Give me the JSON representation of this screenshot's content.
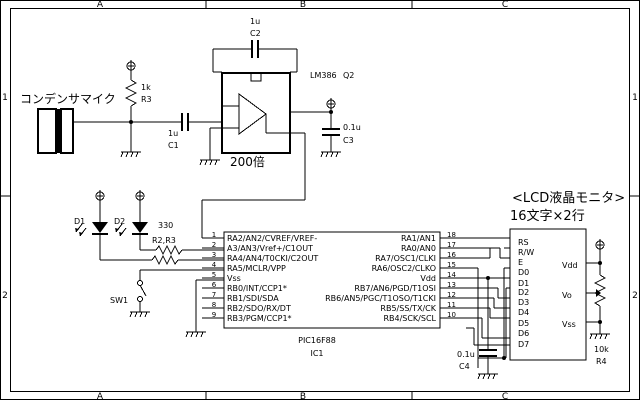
{
  "frame": {
    "column_labels": [
      "A",
      "B",
      "C"
    ],
    "row_labels": [
      "1",
      "2"
    ]
  },
  "mic": {
    "label": "コンデンサマイク"
  },
  "r3": {
    "value": "1k",
    "ref": "R3"
  },
  "c1": {
    "value": "1u",
    "ref": "C1"
  },
  "c2": {
    "value": "1u",
    "ref": "C2"
  },
  "amp": {
    "part": "LM386",
    "ref": "Q2",
    "gain": "200倍"
  },
  "c3": {
    "value": "0.1u",
    "ref": "C3"
  },
  "leds": {
    "d1": "D1",
    "d2": "D2",
    "res_value": "330",
    "res_ref": "R2,R3"
  },
  "sw1": {
    "ref": "SW1"
  },
  "pic": {
    "part": "PIC16F88",
    "ref": "IC1",
    "left_pins": [
      {
        "num": "1",
        "name": "RA2/AN2/CVREF/VREF-"
      },
      {
        "num": "2",
        "name": "A3/AN3/Vref+/C1OUT"
      },
      {
        "num": "3",
        "name": "RA4/AN4/T0CKI/C2OUT"
      },
      {
        "num": "4",
        "name": "RA5/MCLR/VPP"
      },
      {
        "num": "5",
        "name": "Vss"
      },
      {
        "num": "6",
        "name": "RB0/INT/CCP1*"
      },
      {
        "num": "7",
        "name": "RB1/SDI/SDA"
      },
      {
        "num": "8",
        "name": "RB2/SDO/RX/DT"
      },
      {
        "num": "9",
        "name": "RB3/PGM/CCP1*"
      }
    ],
    "right_pins": [
      {
        "num": "18",
        "name": "RA1/AN1"
      },
      {
        "num": "17",
        "name": "RA0/AN0"
      },
      {
        "num": "16",
        "name": "RA7/OSC1/CLKI"
      },
      {
        "num": "15",
        "name": "RA6/OSC2/CLKO"
      },
      {
        "num": "14",
        "name": "Vdd"
      },
      {
        "num": "13",
        "name": "RB7/AN6/PGD/T1OSI"
      },
      {
        "num": "12",
        "name": "RB6/AN5/PGC/T1OSO/T1CKI"
      },
      {
        "num": "11",
        "name": "RB5/SS/TX/CK"
      },
      {
        "num": "10",
        "name": "RB4/SCK/SCL"
      }
    ]
  },
  "c4": {
    "value": "0.1u",
    "ref": "C4"
  },
  "lcd": {
    "title": "<LCD液晶モニタ>",
    "subtitle": "16文字×2行",
    "pins": [
      "RS",
      "R/W",
      "E",
      "D0",
      "D1",
      "D2",
      "D3",
      "D4",
      "D5",
      "D6",
      "D7"
    ],
    "right_labels": [
      "Vdd",
      "Vo",
      "Vss"
    ]
  },
  "r4": {
    "value": "10k",
    "ref": "R4"
  }
}
